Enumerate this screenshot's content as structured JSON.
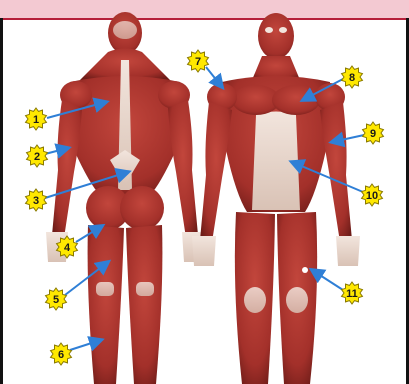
{
  "labels": [
    {
      "id": "1",
      "text": "1"
    },
    {
      "id": "2",
      "text": "2"
    },
    {
      "id": "3",
      "text": "3"
    },
    {
      "id": "4",
      "text": "4"
    },
    {
      "id": "5",
      "text": "5"
    },
    {
      "id": "6",
      "text": "6"
    },
    {
      "id": "7",
      "text": "7"
    },
    {
      "id": "8",
      "text": "8"
    },
    {
      "id": "9",
      "text": "9"
    },
    {
      "id": "10",
      "text": "10"
    },
    {
      "id": "11",
      "text": "11"
    }
  ],
  "colors": {
    "badge_fill": "#ffe800",
    "badge_stroke": "#8a7a00",
    "arrow": "#2f7fd6",
    "muscle": "#a8312a",
    "muscle_dark": "#7a1f1b",
    "tendon": "#e9d8cf",
    "top_strip": "#f3c9d2",
    "top_strip_border": "#b51f3a"
  }
}
